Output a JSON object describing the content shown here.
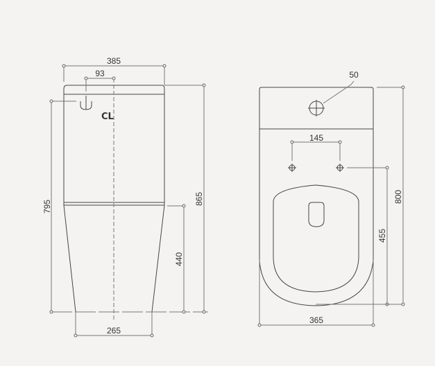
{
  "drawing": {
    "title": "Toilet technical dimension drawing",
    "side_view": {
      "dimensions": {
        "overall_width": "385",
        "outlet_offset": "93",
        "inlet_height": "795",
        "overall_height": "865",
        "seat_height": "440",
        "base_width": "265"
      },
      "centerline_label": "CL"
    },
    "top_view": {
      "dimensions": {
        "flush_button_diameter": "50",
        "fixing_spacing": "145",
        "overall_depth": "800",
        "fixing_to_front": "455",
        "overall_width": "365"
      }
    },
    "colors": {
      "background": "#f4f3f1",
      "line": "#444444",
      "dim_line": "#777777"
    }
  }
}
